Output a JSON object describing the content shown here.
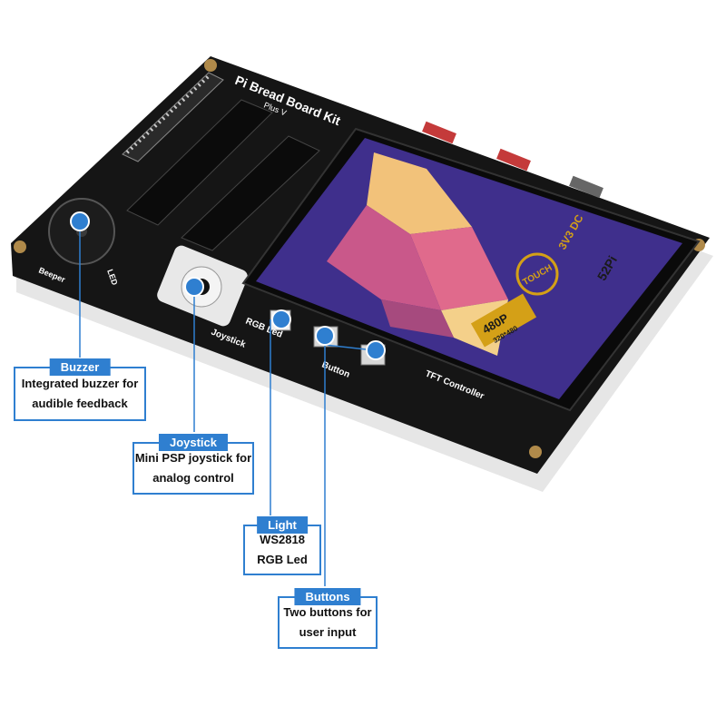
{
  "board": {
    "silkscreen_title": "Pi Bread Board Kit",
    "silkscreen_subtitle": "Plus V",
    "labels": {
      "beeper": "Beeper",
      "led": "LED",
      "joystick": "Joystick",
      "rgb_led": "RGB Led",
      "button": "Button",
      "tft_controller": "TFT Controller"
    },
    "screen": {
      "badge_resolution": "480P",
      "badge_pixels": "320*480",
      "badge_touch": "TOUCH",
      "badge_voltage": "3V3 DC",
      "brand": "52Pi"
    }
  },
  "callouts": [
    {
      "id": "buzzer",
      "title": "Buzzer",
      "lines": [
        "Integrated buzzer for",
        "audible feedback"
      ]
    },
    {
      "id": "joystick",
      "title": "Joystick",
      "lines": [
        "Mini PSP joystick for",
        "analog control"
      ]
    },
    {
      "id": "light",
      "title": "Light",
      "lines": [
        "WS2818",
        "RGB Led"
      ]
    },
    {
      "id": "buttons",
      "title": "Buttons",
      "lines": [
        "Two buttons for",
        "user input"
      ]
    }
  ],
  "colors": {
    "callout_blue": "#2f7fd0",
    "board_black": "#151515",
    "screen_purple": "#3f2f8c"
  }
}
